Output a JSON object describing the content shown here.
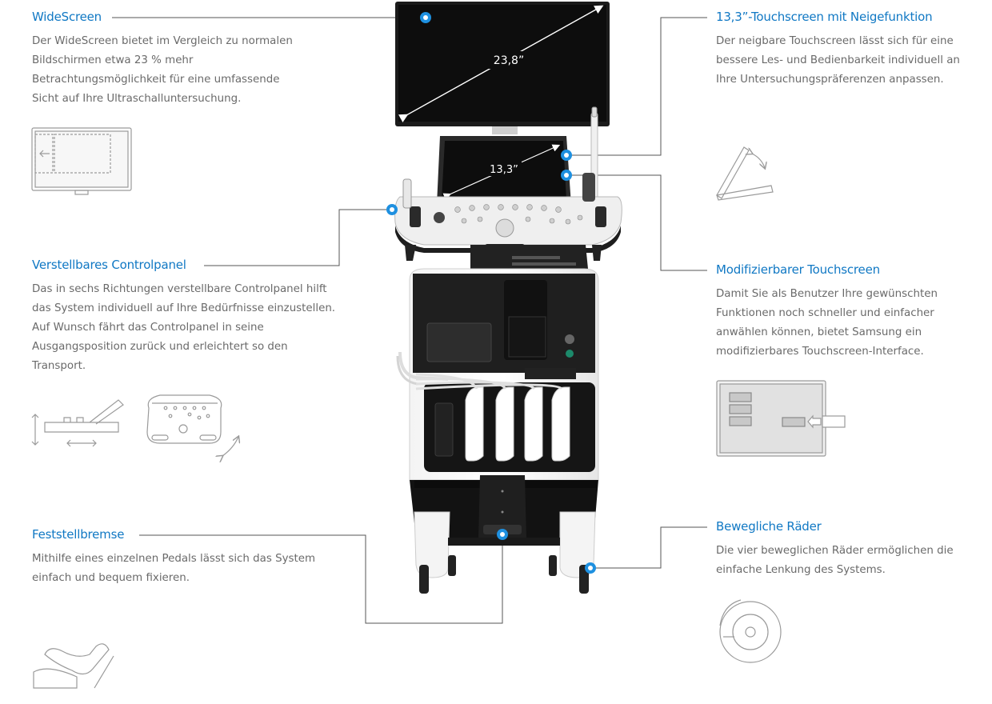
{
  "monitor_size": "23,8”",
  "touch_size": "13,3”",
  "features": [
    {
      "id": "widescreen",
      "title": "WideScreen",
      "text": "Der WideScreen bietet im Vergleich zu normalen Bildschirmen etwa 23 % mehr Betrachtungsmöglichkeit für eine umfassende Sicht auf Ihre Ultraschalluntersuchung."
    },
    {
      "id": "tilt",
      "title": "13,3”-Touchscreen mit Neigefunktion",
      "text": "Der neigbare Touchscreen lässt sich für eine bessere Les- und Bedienbarkeit individuell an Ihre Untersuchungspräferenzen anpassen."
    },
    {
      "id": "controlpanel",
      "title": "Verstellbares Controlpanel",
      "text": "Das in sechs Richtungen verstellbare Controlpanel hilft das System individuell auf Ihre Bedürfnisse einzustellen. Auf Wunsch fährt das Controlpanel in seine Ausgangsposition zurück und erleichtert so den Transport."
    },
    {
      "id": "touch",
      "title": "Modifizierbarer Touchscreen",
      "text": "Damit Sie als Benutzer Ihre gewünschten Funktionen noch schneller und einfacher anwählen können, bietet Samsung ein modifizierbares Touchscreen-Interface."
    },
    {
      "id": "brake",
      "title": "Feststellbremse",
      "text": "Mithilfe eines einzelnen Pedals lässt sich das System einfach und bequem fixieren."
    },
    {
      "id": "wheels",
      "title": "Bewegliche Räder",
      "text": "Die vier beweglichen Räder ermöglichen die einfache Lenkung des Systems."
    }
  ],
  "colors": {
    "accent": "#1078c4",
    "text": "#6a6a6a",
    "line": "#555555",
    "icon": "#9a9a9a"
  }
}
